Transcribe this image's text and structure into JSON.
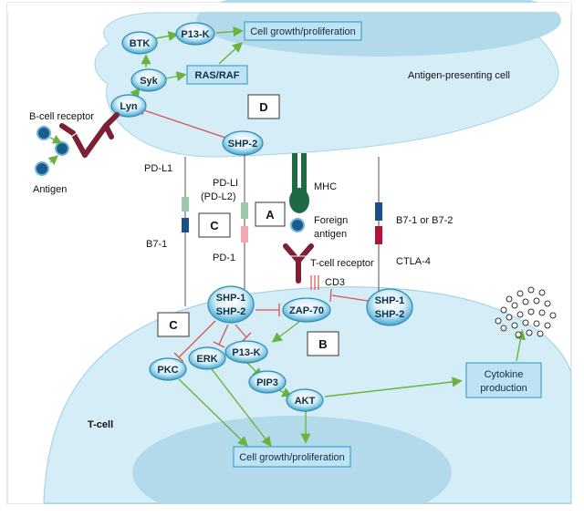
{
  "cells": {
    "apc_label": "Antigen-presenting cell",
    "tcell_label": "T-cell"
  },
  "apc_nodes": {
    "btk": "BTK",
    "p13k_top": "P13-K",
    "syk": "Syk",
    "lyn": "Lyn",
    "shp2_top": "SHP-2"
  },
  "apc_boxes": {
    "growth_top": "Cell growth/proliferation",
    "rasraf": "RAS/RAF"
  },
  "receptor_labels": {
    "bcell_receptor": "B-cell receptor",
    "antigen": "Antigen",
    "pdl1": "PD-L1",
    "b71": "B7-1",
    "pdli_line1": "PD-LI",
    "pdli_line2": "(PD-L2)",
    "pd1": "PD-1",
    "mhc": "MHC",
    "foreign_line1": "Foreign",
    "foreign_line2": "antigen",
    "tcr": "T-cell receptor",
    "cd3": "CD3",
    "b7_1_or_2": "B7-1 or B7-2",
    "ctla4": "CTLA-4"
  },
  "letters": {
    "a": "A",
    "b": "B",
    "c_upper": "C",
    "c_lower": "C",
    "d": "D"
  },
  "tcell_nodes": {
    "shp1_left": "SHP-1",
    "shp2_left": "SHP-2",
    "zap70": "ZAP-70",
    "shp1_right": "SHP-1",
    "shp2_right": "SHP-2",
    "p13k": "P13-K",
    "pkc": "PKC",
    "erk": "ERK",
    "pip3": "PIP3",
    "akt": "AKT"
  },
  "tcell_boxes": {
    "cytokine_line1": "Cytokine",
    "cytokine_line2": "production",
    "growth_bottom": "Cell growth/proliferation"
  },
  "colors": {
    "cell_fill": "#d4edf6",
    "nucleus_fill": "#b2daeb",
    "node_fill": "#3ea6cf",
    "box_fill": "#bfe3f2",
    "activation_arrow": "#6bb33e",
    "inhibition_line": "#d9534f",
    "receptor_dark": "#7d1f35",
    "mhc_green": "#1e6b43",
    "pd_light_green": "#9cc9ac",
    "pd_light_pink": "#f0a9b4",
    "b7_blue": "#1a4f8a",
    "ctla4_red": "#b3123a"
  }
}
